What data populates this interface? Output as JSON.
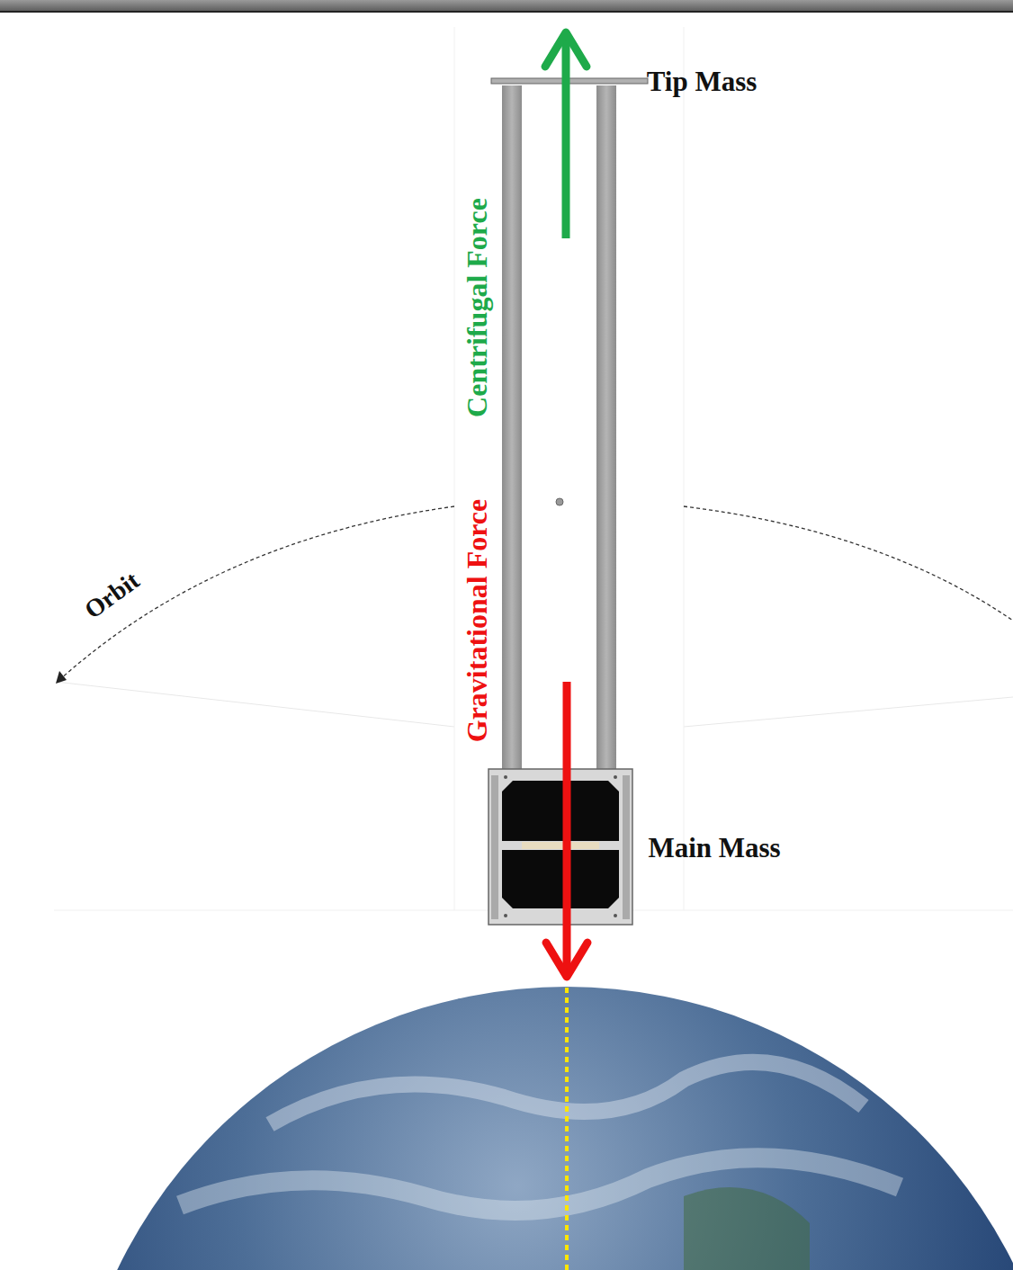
{
  "diagram": {
    "labels": [
      "Tip Mass",
      "Centrifugal Force",
      "Gravitational Force",
      "Main Mass",
      "Orbit"
    ]
  }
}
